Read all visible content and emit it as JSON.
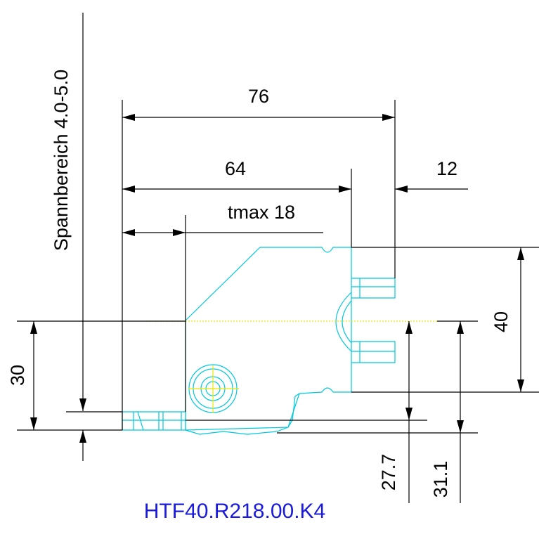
{
  "colors": {
    "dimension": "#000000",
    "part_outline": "#00c8dc",
    "centerline": "#e8e800",
    "title": "#1a1adc"
  },
  "dimensions": {
    "width_overall": "76",
    "width_body": "64",
    "tmax": "tmax 18",
    "offset_right": "12",
    "height_right": "40",
    "height_left": "30",
    "height_27": "27.7",
    "height_31": "31.1",
    "clamping_range": "Spannbereich 4.0-5.0"
  },
  "title": "HTF40.R218.00.K4"
}
